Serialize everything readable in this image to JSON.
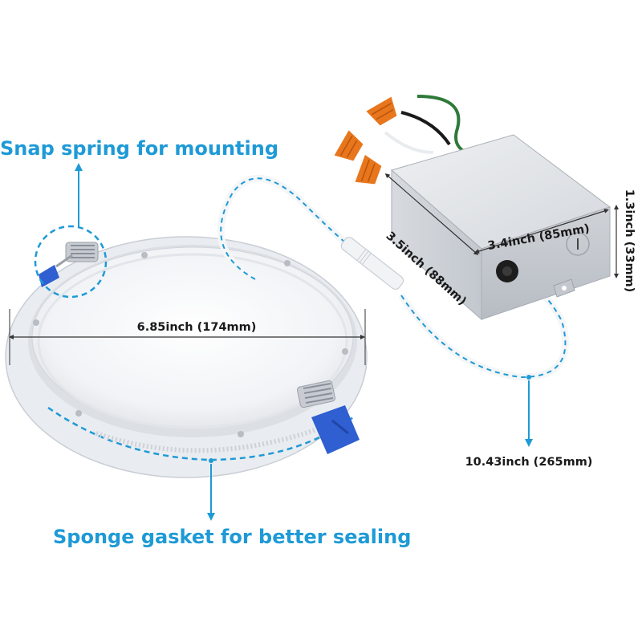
{
  "callouts": {
    "snap_spring": "Snap spring for mounting",
    "sponge_gasket": "Sponge gasket for better sealing"
  },
  "dimensions": {
    "panel_diameter": "6.85inch (174mm)",
    "box_length": "3.4inch (85mm)",
    "box_width": "3.5inch (88mm)",
    "box_height": "1.3inch (33mm)",
    "cable_length": "10.43inch (265mm)"
  },
  "colors": {
    "accent": "#1e9ad6",
    "clip": "#2f5fd1",
    "wire_nut": "#e8761c",
    "box": "#d9dde2"
  }
}
